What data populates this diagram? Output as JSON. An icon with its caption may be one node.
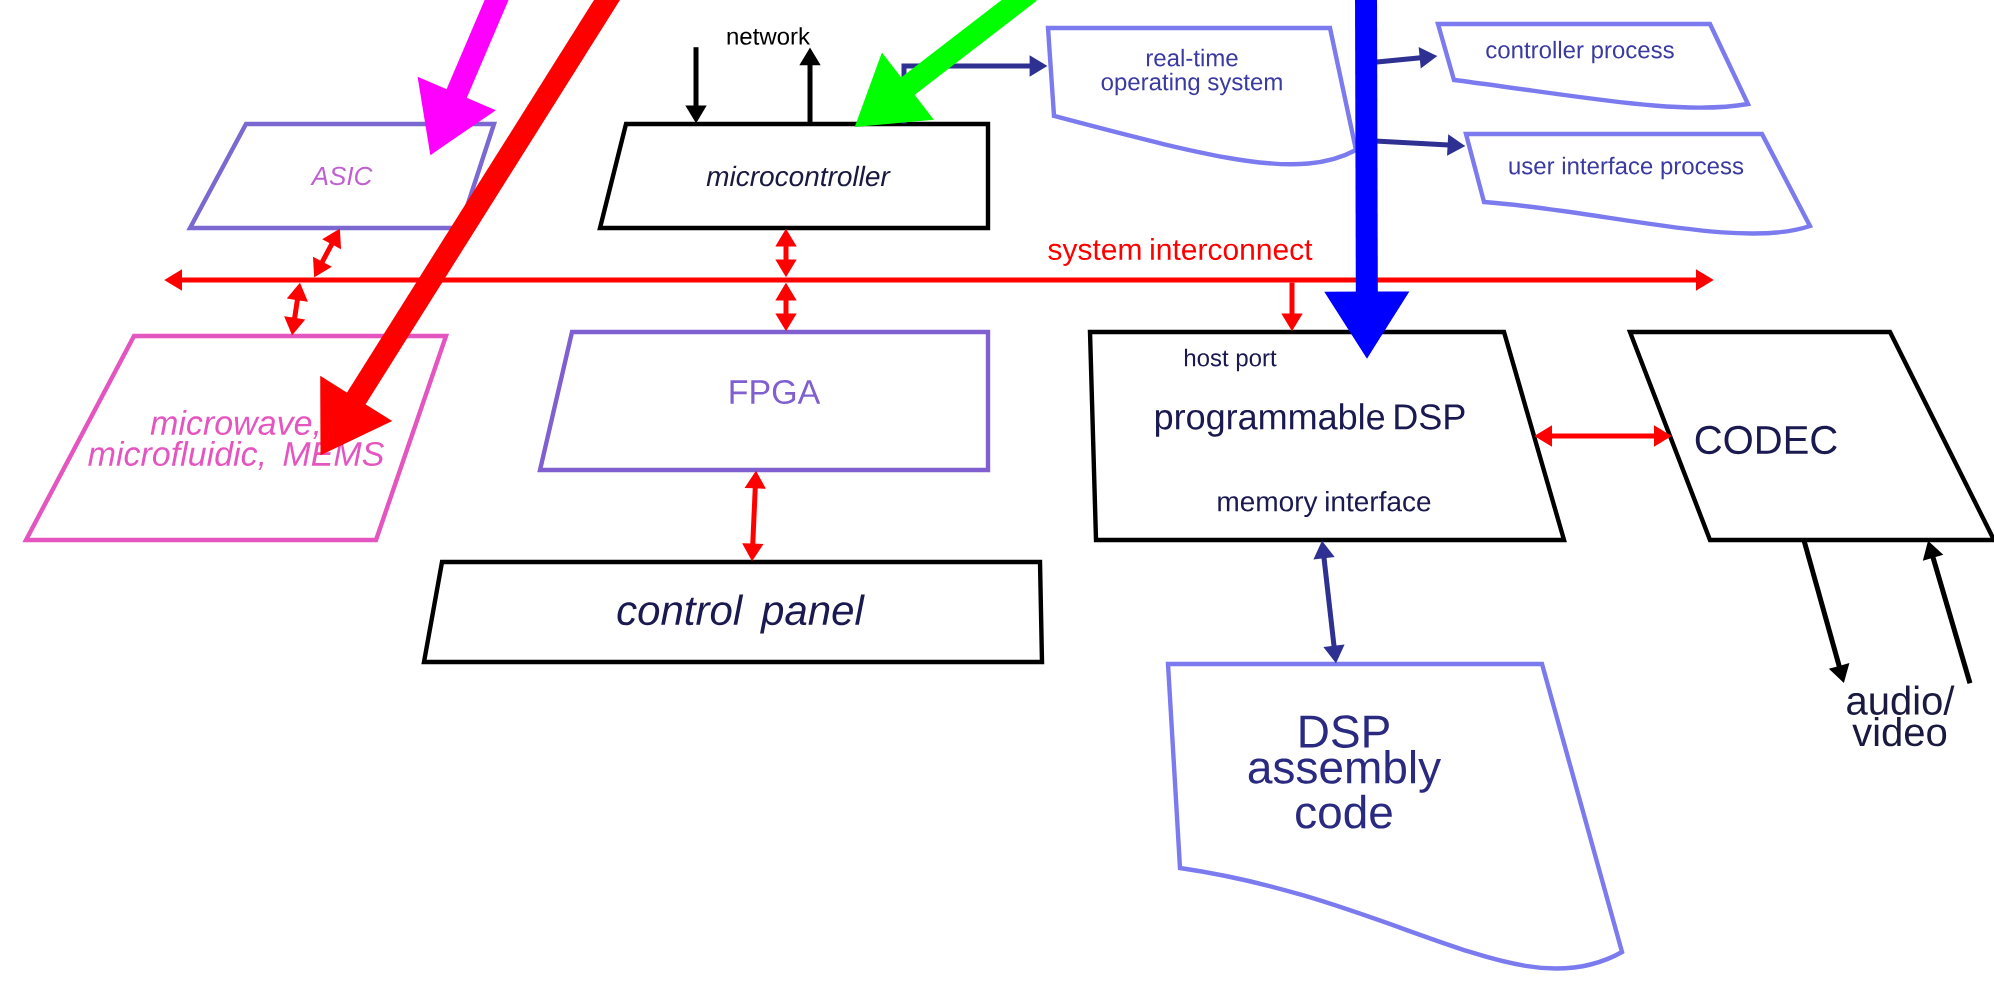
{
  "diagram": {
    "nodes": [
      {
        "text": [
          "ASIC"
        ]
      },
      {
        "text": [
          "network"
        ]
      },
      {
        "text": [
          "microcontroller"
        ]
      },
      {
        "text": [
          "real-time operating system"
        ]
      },
      {
        "text": [
          "controller process"
        ]
      },
      {
        "text": [
          "user interface process"
        ]
      },
      {
        "text": [
          "system interconnect"
        ]
      },
      {
        "text": [
          "microwave, microfluidic, MEMS"
        ]
      },
      {
        "text": [
          "FPGA"
        ]
      },
      {
        "text": [
          "host port",
          "programmable DSP",
          "memory interface"
        ]
      },
      {
        "text": [
          "CODEC"
        ]
      },
      {
        "text": [
          "control panel"
        ]
      },
      {
        "text": [
          "DSP assembly code"
        ]
      },
      {
        "text": [
          "audio/ video"
        ]
      }
    ],
    "edges": [
      {
        "from": 1,
        "to": 2,
        "arrow": "to",
        "color": "#000000"
      },
      {
        "from": 2,
        "to": 1,
        "arrow": "to",
        "color": "#000000"
      },
      {
        "from": 2,
        "to": 3,
        "arrow": "to",
        "color": "#2e3192"
      },
      {
        "from": 3,
        "to": 4,
        "arrow": "to",
        "color": "#2e3192"
      },
      {
        "from": 3,
        "to": 5,
        "arrow": "to",
        "color": "#2e3192"
      },
      {
        "from": 0,
        "to": 6,
        "arrow": "both"
      },
      {
        "from": 2,
        "to": 6,
        "arrow": "both"
      },
      {
        "from": 6,
        "to": 7,
        "arrow": "both"
      },
      {
        "from": 6,
        "to": 8,
        "arrow": "both"
      },
      {
        "from": 6,
        "to": 9,
        "arrow": "to"
      },
      {
        "from": 8,
        "to": 11,
        "arrow": "both"
      },
      {
        "from": 9,
        "to": 10,
        "arrow": "both"
      },
      {
        "from": 9,
        "to": 12,
        "arrow": "both",
        "color": "#2e3192"
      },
      {
        "from": 10,
        "to": 13,
        "arrow": "to",
        "color": "#000000"
      },
      {
        "from": 13,
        "to": 10,
        "arrow": "to",
        "color": "#000000"
      },
      {
        "from": null,
        "to": 0,
        "arrow": "to",
        "style": "thick",
        "color": "#ff00ff"
      },
      {
        "from": null,
        "to": 7,
        "arrow": "to",
        "style": "thick",
        "color": "#ff0000"
      },
      {
        "from": null,
        "to": 2,
        "arrow": "to",
        "style": "thick",
        "color": "#00ff00"
      },
      {
        "from": null,
        "to": 9,
        "arrow": "to",
        "style": "thick",
        "color": "#0000ff"
      }
    ]
  }
}
